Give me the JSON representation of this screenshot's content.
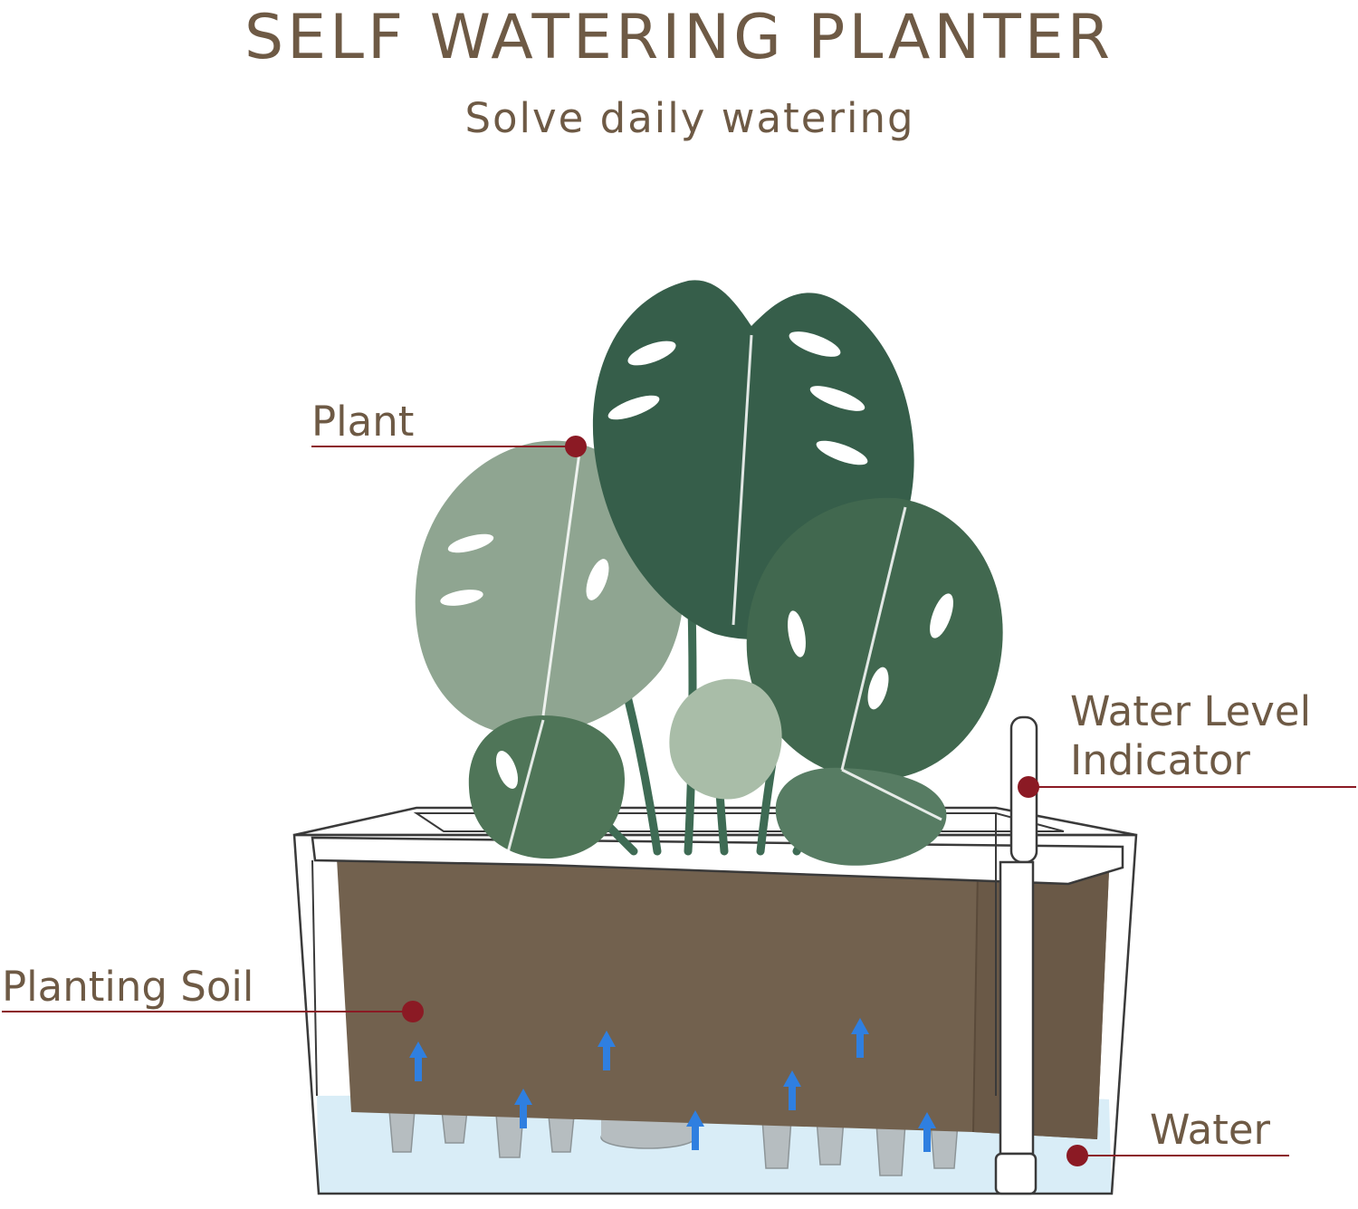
{
  "header": {
    "title": "SELF WATERING PLANTER",
    "subtitle": "Solve daily watering"
  },
  "labels": {
    "plant": "Plant",
    "water_level_indicator_line1": "Water Level",
    "water_level_indicator_line2": "Indicator",
    "planting_soil": "Planting Soil",
    "water": "Water"
  },
  "colors": {
    "text": "#6e5a45",
    "callout_dot": "#8b1a24",
    "soil": "#72614e",
    "water": "#d7ecf6",
    "arrow": "#2f7fe0",
    "leaf": "#3f6b55"
  }
}
